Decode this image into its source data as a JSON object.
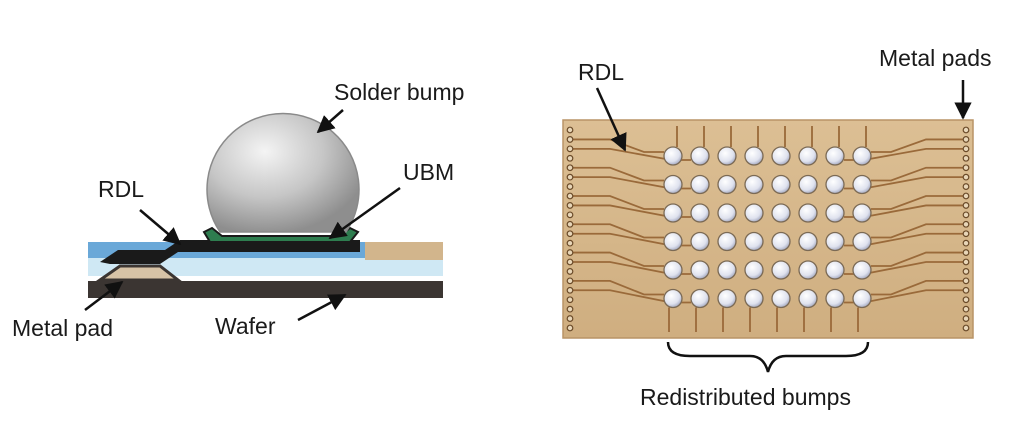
{
  "cross_section": {
    "labels": {
      "solder_bump": "Solder bump",
      "ubm": "UBM",
      "rdl": "RDL",
      "metal_pad": "Metal pad",
      "wafer": "Wafer"
    }
  },
  "top_view": {
    "labels": {
      "rdl": "RDL",
      "metal_pads": "Metal pads",
      "redistributed_bumps": "Redistributed bumps"
    },
    "bump_grid": {
      "rows": 6,
      "cols": 8
    }
  },
  "colors": {
    "solder": "#c8c8c8",
    "passivation_blue": "#6aa8d8",
    "light_blue": "#cfe8f4",
    "ubm_green": "#2e7d4f",
    "rdl_dark": "#1a1a1a",
    "wafer_dark": "#3b3532",
    "pad_tan": "#d2b58c",
    "substrate": "#d9b98c",
    "trace": "#9a6a3a",
    "bump_fill": "#d7dbe8"
  }
}
